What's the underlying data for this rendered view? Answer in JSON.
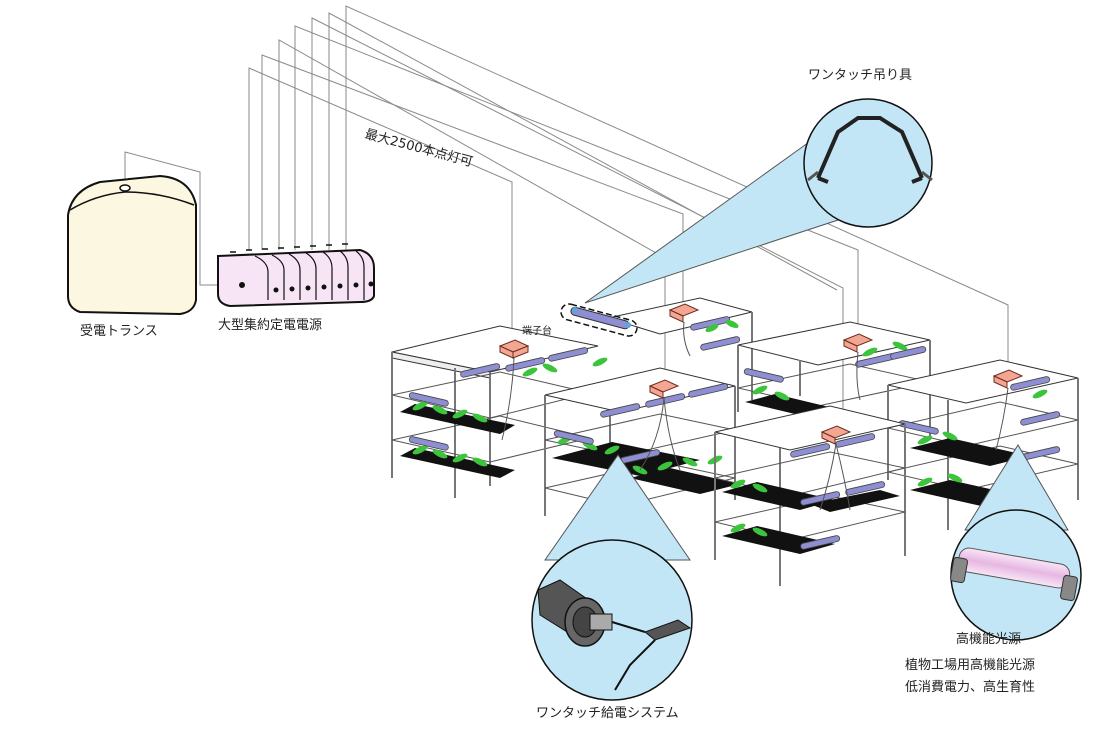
{
  "labels": {
    "transformer": "受電トランス",
    "power_supply": "大型集約定電電源",
    "max_lamps": "最大2500本点灯可",
    "terminal_block": "端子台",
    "hanger": "ワンタッチ吊り具",
    "power_system": "ワンタッチ給電システム",
    "light_source": "高機能光源",
    "description": [
      "植物工場用高機能光源",
      "低消費電力、高生育性"
    ]
  },
  "colors": {
    "transformer_fill": "#fbf7e0",
    "power_supply_fill": "#f7e4f5",
    "callout_fill": "#c3e6f6",
    "terminal_fill": "#f3a792",
    "lamp_blue": "#8e8ed3",
    "plant_green": "#3cc43c",
    "tray_black": "#1a1a1a",
    "wire": "#888888"
  }
}
